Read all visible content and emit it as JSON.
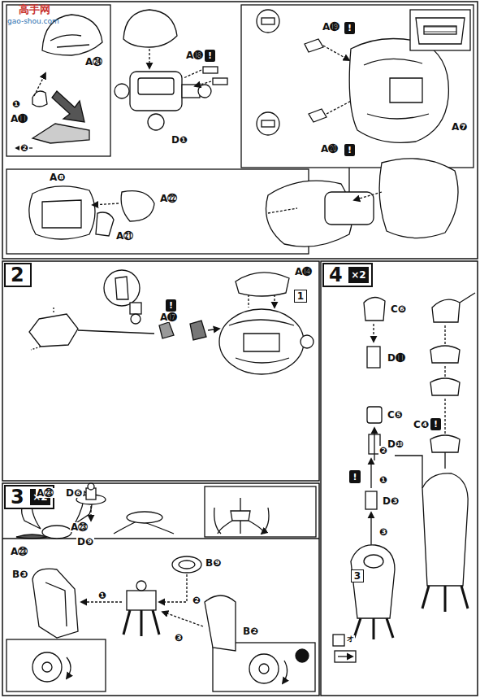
{
  "diagram": {
    "nodes": [
      {
        "text": [
          "!"
        ]
      },
      {
        "text": [
          "!"
        ]
      },
      {
        "text": [
          "!"
        ]
      },
      {
        "text": [
          "2"
        ]
      },
      {
        "text": [
          "!"
        ]
      },
      {
        "text": [
          "1"
        ]
      },
      {
        "text": [
          "4"
        ]
      },
      {
        "text": [
          "×2"
        ],
        "in": 6
      },
      {
        "text": [
          "!"
        ]
      },
      {
        "text": [
          "!"
        ]
      },
      {
        "text": [
          "3"
        ]
      },
      {
        "text": [
          "3"
        ]
      },
      {
        "text": [
          "×2"
        ],
        "in": 11
      }
    ],
    "labels": [
      "高手网",
      "gao-shou.com",
      "A㉔",
      "❶",
      "A⓫",
      "❷",
      "A⓲",
      "D❶",
      "A⓳",
      "A⓴",
      "A❼",
      "A❽",
      "A㉒",
      "A㉑",
      "A⓮",
      "A⓱",
      "D❻",
      "A㉓",
      "A㉓",
      "A㉓",
      "D❾",
      "B❸",
      "B❾",
      "B❷",
      "❶",
      "❷",
      "❸",
      "C❻",
      "D⓫",
      "C❺",
      "D❿",
      "D❸",
      "C❹",
      "❷",
      "❶",
      "❸",
      "オ"
    ]
  }
}
